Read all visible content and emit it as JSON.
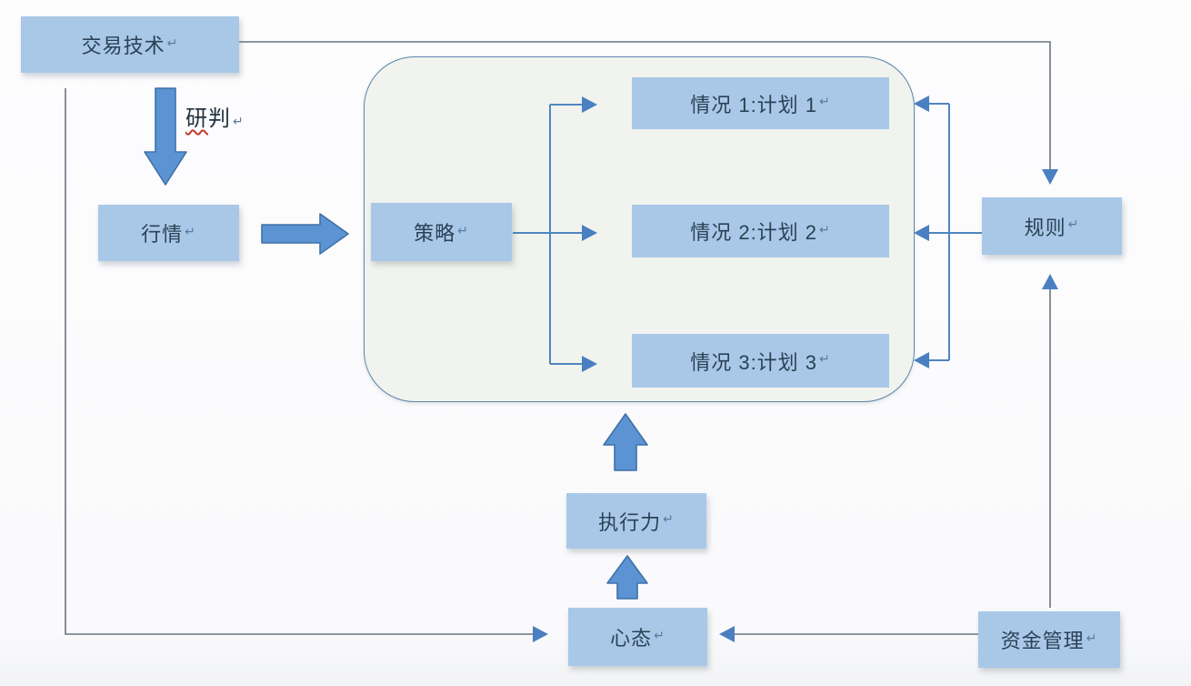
{
  "diagram": {
    "nodes": {
      "trading_tech": {
        "label": "交易技术"
      },
      "market": {
        "label": "行情"
      },
      "strategy": {
        "label": "策略"
      },
      "case1": {
        "label": "情况 1:计划 1"
      },
      "case2": {
        "label": "情况 2:计划 2"
      },
      "case3": {
        "label": "情况 3:计划 3"
      },
      "rules": {
        "label": "规则"
      },
      "execution": {
        "label": "执行力"
      },
      "mindset": {
        "label": "心态"
      },
      "money_mgmt": {
        "label": "资金管理"
      }
    },
    "edge_labels": {
      "analysis_underlined": "研",
      "analysis_rest": "判"
    },
    "symbols": {
      "return_mark": "↵"
    },
    "colors": {
      "node_fill": "#a9c8e8",
      "container_fill": "#f1f3ee",
      "container_border": "#5b87a8",
      "thick_arrow_fill": "#5b93d3",
      "thick_arrow_border": "#3f72a8",
      "blue_line": "#4f86c0",
      "gray_line": "#6b7480",
      "arrowhead": "#4a7fc1",
      "text": "#2a4156",
      "spellcheck": "#c03a2b",
      "background": "#fbfbfd"
    }
  }
}
